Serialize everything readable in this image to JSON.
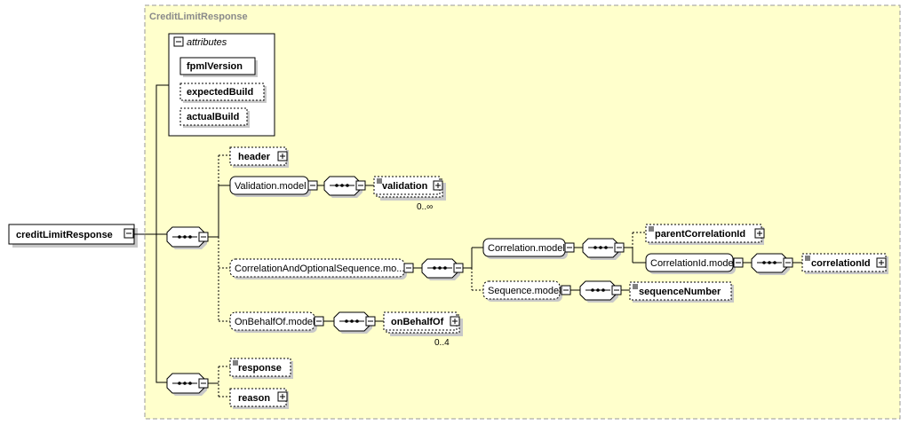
{
  "diagram": {
    "type_name": "CreditLimitResponse",
    "root_element": "creditLimitResponse",
    "attributes_label": "attributes",
    "attributes": [
      "fpmlVersion",
      "expectedBuild",
      "actualBuild"
    ],
    "elements": {
      "header": "header",
      "validation_model": "Validation.model",
      "validation": "validation",
      "validation_card": "0..∞",
      "corr_seq_model": "CorrelationAndOptionalSequence.mo...",
      "correlation_model": "Correlation.model",
      "parent_correlation_id": "parentCorrelationId",
      "correlation_id_model": "CorrelationId.model",
      "correlation_id": "correlationId",
      "sequence_model": "Sequence.model",
      "sequence_number": "sequenceNumber",
      "on_behalf_of_model": "OnBehalfOf.model",
      "on_behalf_of": "onBehalfOf",
      "on_behalf_of_card": "0..4",
      "response": "response",
      "reason": "reason"
    },
    "colors": {
      "type_background": "#ffffcc",
      "type_border": "#999999",
      "node_fill": "#ffffff",
      "line": "#000000",
      "shadow": "#c8c8c8",
      "title_text": "#8a8a8a"
    }
  }
}
